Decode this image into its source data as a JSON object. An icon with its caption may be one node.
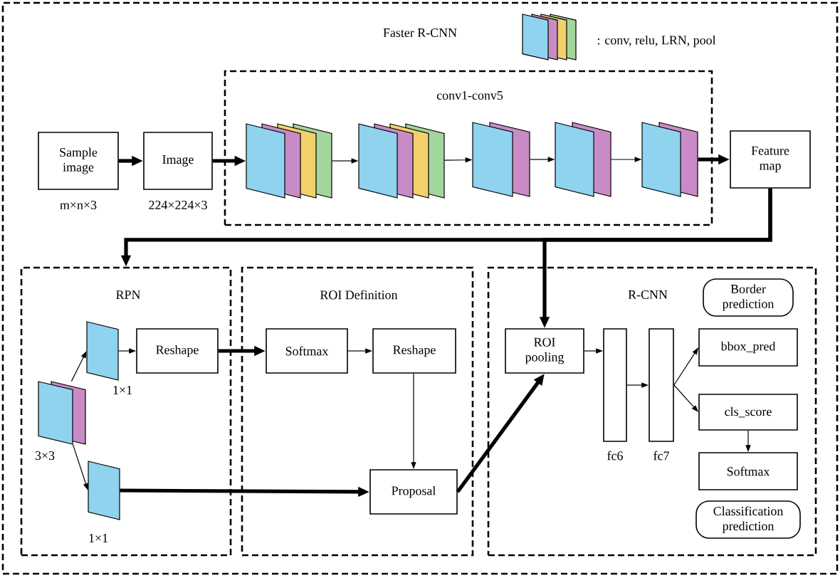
{
  "diagram": {
    "nodes": [
      {
        "text": [
          "Faster R-CNN"
        ]
      },
      {
        "text": [
          "conv1-conv5"
        ],
        "in": 0
      },
      {
        "text": [
          "Sample image"
        ],
        "beside": [
          "m×n×3"
        ],
        "in": 0
      },
      {
        "text": [
          "Image"
        ],
        "beside": [
          "224×224×3"
        ],
        "in": 0
      },
      {
        "text": [],
        "shape": "stack",
        "in": 1
      },
      {
        "text": [],
        "shape": "stack",
        "in": 1
      },
      {
        "text": [],
        "shape": "stack",
        "in": 1
      },
      {
        "text": [],
        "shape": "stack",
        "in": 1
      },
      {
        "text": [],
        "shape": "stack",
        "in": 1
      },
      {
        "text": [
          "Feature map"
        ],
        "in": 0
      },
      {
        "text": [
          "RPN"
        ],
        "in": 0
      },
      {
        "text": [],
        "shape": "stack",
        "beside": [
          "3×3"
        ],
        "in": 10
      },
      {
        "text": [],
        "shape": "stack",
        "beside": [
          "1×1"
        ],
        "in": 10
      },
      {
        "text": [],
        "shape": "stack",
        "beside": [
          "1×1"
        ],
        "in": 10
      },
      {
        "text": [
          "Reshape"
        ],
        "in": 10
      },
      {
        "text": [
          "ROI Definition"
        ],
        "in": 0
      },
      {
        "text": [
          "Softmax"
        ],
        "in": 15
      },
      {
        "text": [
          "Reshape"
        ],
        "in": 15
      },
      {
        "text": [
          "Proposal"
        ],
        "in": 15
      },
      {
        "text": [
          "R-CNN"
        ],
        "in": 0
      },
      {
        "text": [
          "Border prediction"
        ],
        "in": 19
      },
      {
        "text": [
          "ROI pooling"
        ],
        "in": 19
      },
      {
        "text": [],
        "shape": "bar",
        "beside": [
          "fc6"
        ],
        "in": 19
      },
      {
        "text": [],
        "shape": "bar",
        "beside": [
          "fc7"
        ],
        "in": 19
      },
      {
        "text": [
          "bbox_pred"
        ],
        "in": 19
      },
      {
        "text": [
          "cls_score"
        ],
        "in": 19
      },
      {
        "text": [
          "Softmax"
        ],
        "in": 19
      },
      {
        "text": [
          "Classification prediction"
        ],
        "in": 19
      }
    ],
    "edges": [
      {
        "from": 2,
        "to": 3,
        "arrow": "to",
        "style": "thick"
      },
      {
        "from": 3,
        "to": 4,
        "arrow": "to",
        "style": "thick"
      },
      {
        "from": 4,
        "to": 5,
        "arrow": "to"
      },
      {
        "from": 5,
        "to": 6,
        "arrow": "to"
      },
      {
        "from": 6,
        "to": 7,
        "arrow": "to"
      },
      {
        "from": 7,
        "to": 8,
        "arrow": "to"
      },
      {
        "from": 8,
        "to": 9,
        "arrow": "to",
        "style": "thick"
      },
      {
        "from": 9,
        "to": 10,
        "arrow": "to",
        "style": "thick"
      },
      {
        "from": 9,
        "to": 21,
        "arrow": "to",
        "style": "thick"
      },
      {
        "from": 11,
        "to": 12,
        "arrow": "to"
      },
      {
        "from": 11,
        "to": 13,
        "arrow": "to"
      },
      {
        "from": 12,
        "to": 14,
        "arrow": "to"
      },
      {
        "from": 14,
        "to": 16,
        "arrow": "to",
        "style": "thick"
      },
      {
        "from": 16,
        "to": 17,
        "arrow": "to"
      },
      {
        "from": 17,
        "to": 18,
        "arrow": "to"
      },
      {
        "from": 13,
        "to": 18,
        "arrow": "to",
        "style": "thick"
      },
      {
        "from": 18,
        "to": 21,
        "arrow": "to",
        "style": "thick"
      },
      {
        "from": 21,
        "to": 22,
        "arrow": "to"
      },
      {
        "from": 22,
        "to": 23,
        "arrow": "to"
      },
      {
        "from": 23,
        "to": 24,
        "arrow": "to"
      },
      {
        "from": 23,
        "to": 25,
        "arrow": "to"
      },
      {
        "from": 25,
        "to": 26,
        "arrow": "to"
      }
    ],
    "legend": [
      {
        "text": ": conv, relu, LRN, pool"
      }
    ]
  }
}
